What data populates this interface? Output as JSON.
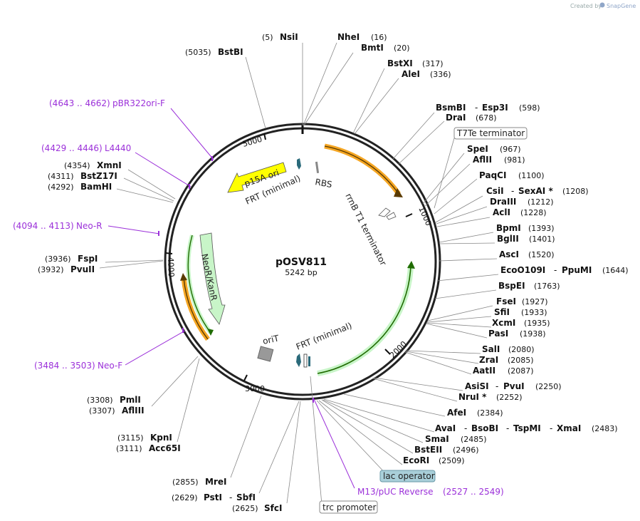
{
  "brand": {
    "created_by": "Created by",
    "name": "SnapGene"
  },
  "plasmid": {
    "name": "pOSV811",
    "size": "5242 bp"
  },
  "ruler": {
    "t1000": "1000",
    "t2000": "2000",
    "t3000": "3000",
    "t4000": "4000",
    "t5000": "5000"
  },
  "features": {
    "p15a": "p15A ori",
    "frt1": "FRT (minimal)",
    "rbs": "RBS",
    "rrnb": "rrnB T1 terminator",
    "neokan": "NeoR/KanR",
    "orit": "oriT",
    "frt2": "FRT (minimal)",
    "t7te": "T7Te terminator",
    "lacop": "lac operator",
    "trc": "trc promoter"
  },
  "sites": {
    "nsi": {
      "name": "NsiI",
      "pos": "(5)"
    },
    "nhe": {
      "name": "NheI",
      "pos": "(16)"
    },
    "bmt": {
      "name": "BmtI",
      "pos": "(20)"
    },
    "bstbi": {
      "name": "BstBI",
      "pos": "(5035)"
    },
    "bstxi": {
      "name": "BstXI",
      "pos": "(317)"
    },
    "alei": {
      "name": "AleI",
      "pos": "(336)"
    },
    "bsmbi": {
      "name": "BsmBI",
      "name2": "Esp3I",
      "pos": "(598)"
    },
    "drai": {
      "name": "DraI",
      "pos": "(678)"
    },
    "spei": {
      "name": "SpeI",
      "pos": "(967)"
    },
    "aflii": {
      "name": "AflII",
      "pos": "(981)"
    },
    "paqci": {
      "name": "PaqCI",
      "pos": "(1100)"
    },
    "csii": {
      "name": "CsiI",
      "name2": "SexAI *",
      "pos": "(1208)"
    },
    "draiii": {
      "name": "DraIII",
      "pos": "(1212)"
    },
    "acli": {
      "name": "AclI",
      "pos": "(1228)"
    },
    "bpmi": {
      "name": "BpmI",
      "pos": "(1393)"
    },
    "bglii": {
      "name": "BglII",
      "pos": "(1401)"
    },
    "asci": {
      "name": "AscI",
      "pos": "(1520)"
    },
    "eco": {
      "name": "EcoO109I",
      "name2": "PpuMI",
      "pos": "(1644)"
    },
    "bspei": {
      "name": "BspEI",
      "pos": "(1763)"
    },
    "fsei": {
      "name": "FseI",
      "pos": "(1927)"
    },
    "sfii": {
      "name": "SfiI",
      "pos": "(1933)"
    },
    "xcmi": {
      "name": "XcmI",
      "pos": "(1935)"
    },
    "pasi": {
      "name": "PasI",
      "pos": "(1938)"
    },
    "sali": {
      "name": "SalI",
      "pos": "(2080)"
    },
    "zrai": {
      "name": "ZraI",
      "pos": "(2085)"
    },
    "aatii": {
      "name": "AatII",
      "pos": "(2087)"
    },
    "asisi": {
      "name": "AsiSI",
      "name2": "PvuI",
      "pos": "(2250)"
    },
    "nrui": {
      "name": "NruI *",
      "pos": "(2252)"
    },
    "afei": {
      "name": "AfeI",
      "pos": "(2384)"
    },
    "avai": {
      "name": "AvaI",
      "name2": "BsoBI",
      "name3": "TspMI",
      "name4": "XmaI",
      "pos": "(2483)"
    },
    "smai": {
      "name": "SmaI",
      "pos": "(2485)"
    },
    "bsteii": {
      "name": "BstEII",
      "pos": "(2496)"
    },
    "ecori": {
      "name": "EcoRI",
      "pos": "(2509)"
    },
    "sfci": {
      "name": "SfcI",
      "pos": "(2625)"
    },
    "psti": {
      "name": "PstI",
      "name2": "SbfI",
      "pos": "(2629)"
    },
    "mrei": {
      "name": "MreI",
      "pos": "(2855)"
    },
    "kpni": {
      "name": "KpnI",
      "pos": "(3115)"
    },
    "acc65i": {
      "name": "Acc65I",
      "pos": "(3111)"
    },
    "pmli": {
      "name": "PmlI",
      "pos": "(3308)"
    },
    "afliii": {
      "name": "AflIII",
      "pos": "(3307)"
    },
    "fspi": {
      "name": "FspI",
      "pos": "(3936)"
    },
    "pvuii": {
      "name": "PvuII",
      "pos": "(3932)"
    },
    "xmni": {
      "name": "XmnI",
      "pos": "(4354)"
    },
    "bstz": {
      "name": "BstZ17I",
      "pos": "(4311)"
    },
    "bamhi": {
      "name": "BamHI",
      "pos": "(4292)"
    }
  },
  "primers": {
    "pbr": {
      "range": "(4643 .. 4662)",
      "name": "pBR322ori-F"
    },
    "l4440": {
      "range": "(4429 .. 4446)",
      "name": "L4440"
    },
    "neor": {
      "range": "(4094 .. 4113)",
      "name": "Neo-R"
    },
    "neof": {
      "range": "(3484 .. 3503)",
      "name": "Neo-F"
    },
    "m13": {
      "name": "M13/pUC Reverse",
      "range": "(2527 .. 2549)"
    }
  },
  "colors": {
    "primer": "#9b30d9",
    "ori": "#ffff00",
    "cds_green": "#c8f5c8",
    "cds_orange": "#f5a623",
    "lacop": "#a9cfd9"
  }
}
